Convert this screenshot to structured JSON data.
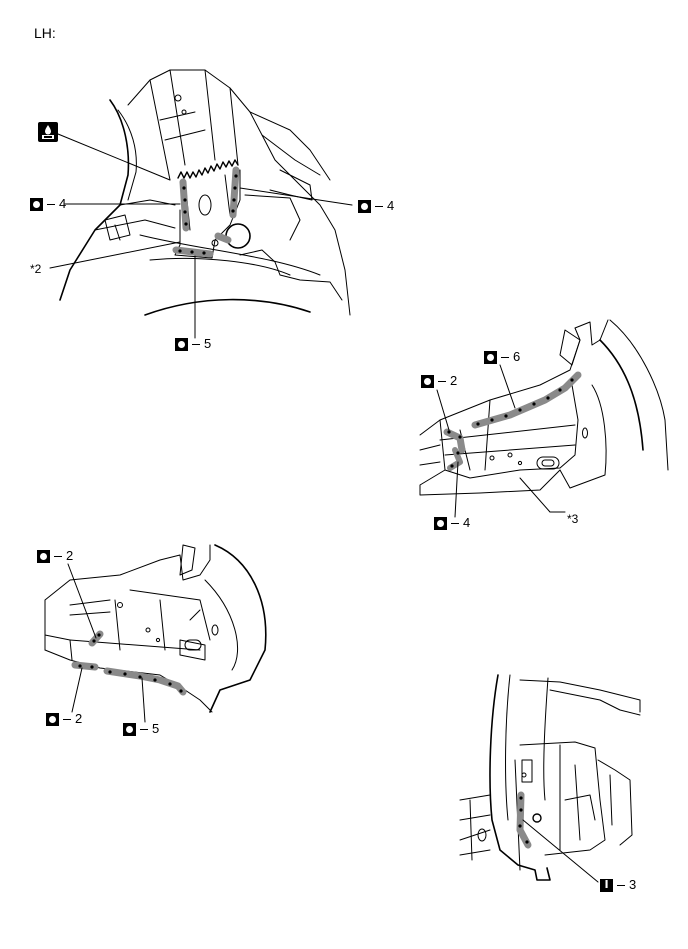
{
  "header": {
    "title": "LH:"
  },
  "symbols": {
    "spot_weld": "circle-in-square-icon",
    "plug_weld": "i-beam-square-icon",
    "sealer": "adhesive-bottle-icon"
  },
  "colors": {
    "weld_strip": "#8a8a8a",
    "line": "#000000"
  },
  "callouts": {
    "top_left_weld": "4",
    "top_right_weld": "4",
    "top_bottom_weld": "5",
    "top_ref": "*2",
    "mid_right_top": "6",
    "mid_right_left": "2",
    "mid_right_bottom": "4",
    "mid_right_ref": "*3",
    "lower_left_top": "2",
    "lower_left_bottom_left": "2",
    "lower_left_bottom_right": "5",
    "bottom_right": "3"
  }
}
